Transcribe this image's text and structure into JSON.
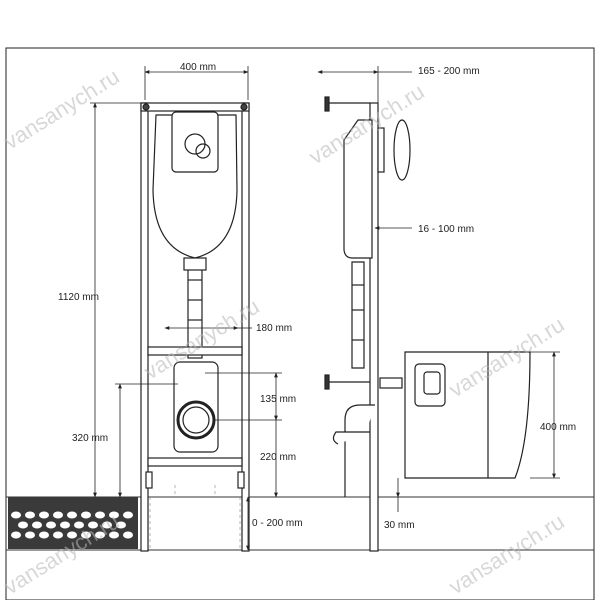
{
  "dimensions": {
    "frame_width": "400 mm",
    "frame_height": "1120 mm",
    "wall_distance": "165 - 200 mm",
    "frame_offset": "16 - 100 mm",
    "bolt_spacing": "180 mm",
    "pipe_to_drain": "135 mm",
    "drain_height": "220 mm",
    "bolt_height": "320 mm",
    "floor_build": "0 - 200 mm",
    "bowl_height": "400 mm",
    "gap": "30 mm"
  },
  "watermark": "vansanych.ru"
}
